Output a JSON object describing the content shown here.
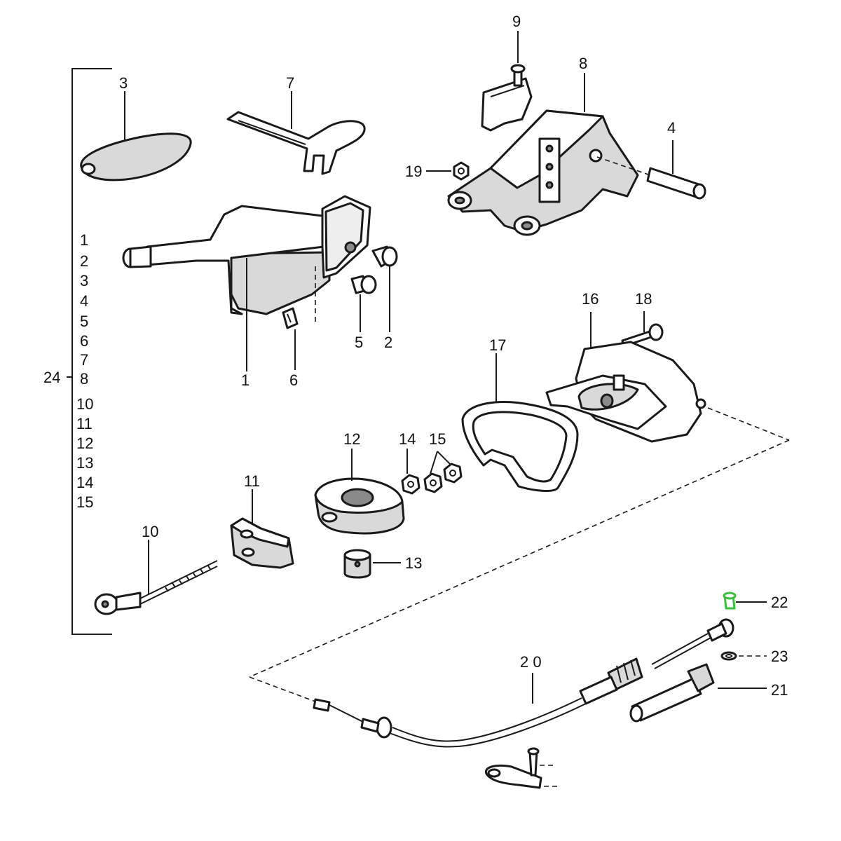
{
  "callouts": {
    "c1": "1",
    "c2": "2",
    "c3": "3",
    "c4": "4",
    "c5": "5",
    "c6": "6",
    "c7": "7",
    "c8": "8",
    "c9": "9",
    "c10": "10",
    "c11": "11",
    "c12": "12",
    "c13": "13",
    "c14": "14",
    "c15": "15",
    "c16": "16",
    "c17": "17",
    "c18": "18",
    "c19": "19",
    "c20": "2 0",
    "c21": "21",
    "c22": "22",
    "c23": "23"
  },
  "assembly": {
    "label": "24",
    "items": [
      "1",
      "2",
      "3",
      "4",
      "5",
      "6",
      "7",
      "8",
      "10",
      "11",
      "12",
      "13",
      "14",
      "15"
    ]
  },
  "highlight": {
    "part": "22",
    "color": "#38c03a"
  }
}
